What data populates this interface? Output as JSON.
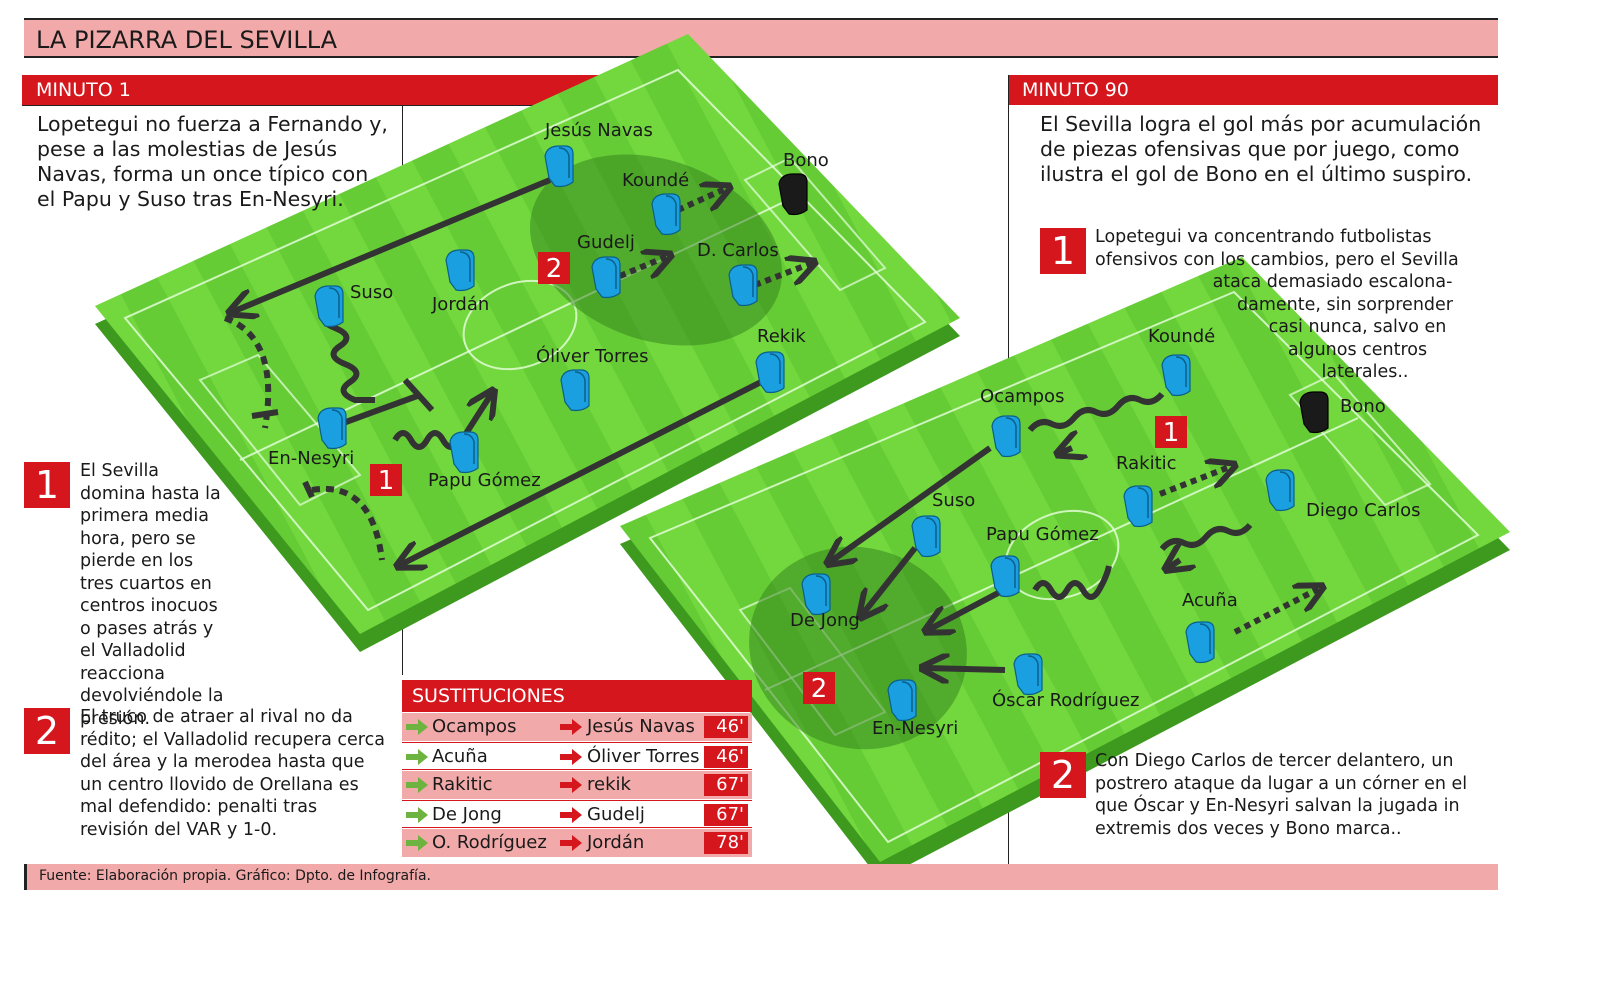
{
  "title": "LA PIZARRA DEL SEVILLA",
  "colors": {
    "red": "#d6161d",
    "pink": "#f1a9a9",
    "pitch": "#6dd23a",
    "pitch_side": "#3e9a1e",
    "player": "#1aa0e0",
    "keeper": "#1a1a1a",
    "arrow": "#333333"
  },
  "minuto1": {
    "label": "MINUTO 1",
    "intro": "Lopetegui no fuerza a Fernando y, pese a las molestias de Jesús Navas, forma un once típico con el Papu y Suso tras En-Nesyri.",
    "note1_num": "1",
    "note1": "El Sevilla domina hasta la primera media hora, pero se pierde en los tres cuartos en centros inocuos o pases atrás y el Valladolid reacciona devolviéndole la presión.",
    "note2_num": "2",
    "note2": "El truco de atraer al rival no da rédito; el Valladolid recupera cerca del área y la merodea hasta que un centro llovido de Orellana es mal defendido: penalti tras revisión del VAR y 1-0.",
    "players": [
      {
        "name": "Jesús Navas",
        "icon": "player-icon"
      },
      {
        "name": "Bono",
        "icon": "goalkeeper-icon"
      },
      {
        "name": "Koundé",
        "icon": "player-icon"
      },
      {
        "name": "Gudelj",
        "icon": "player-icon"
      },
      {
        "name": "D. Carlos",
        "icon": "player-icon"
      },
      {
        "name": "Suso",
        "icon": "player-icon"
      },
      {
        "name": "Jordán",
        "icon": "player-icon"
      },
      {
        "name": "Óliver Torres",
        "icon": "player-icon"
      },
      {
        "name": "Rekik",
        "icon": "player-icon"
      },
      {
        "name": "En-Nesyri",
        "icon": "player-icon"
      },
      {
        "name": "Papu Gómez",
        "icon": "player-icon"
      }
    ],
    "markers": [
      "1",
      "2"
    ]
  },
  "minuto90": {
    "label": "MINUTO 90",
    "intro": "El Sevilla logra el gol más por acumulación de piezas ofensivas que por juego, como ilustra el gol de Bono en el último suspiro.",
    "note1_num": "1",
    "note1_lines": [
      "Lopetegui va concentrando futbolistas",
      "ofensivos con los cambios, pero el Sevilla",
      "ataca demasiado escalona-",
      "damente, sin sorprender",
      "casi nunca, salvo en",
      "algunos centros",
      "laterales.."
    ],
    "note2_num": "2",
    "note2": "Con Diego Carlos de tercer delantero, un postrero ataque da lugar a un córner en el que Óscar y En-Nesyri salvan la jugada in extremis dos veces y Bono marca..",
    "players": [
      {
        "name": "Koundé",
        "icon": "player-icon"
      },
      {
        "name": "Bono",
        "icon": "goalkeeper-icon"
      },
      {
        "name": "Ocampos",
        "icon": "player-icon"
      },
      {
        "name": "Rakitic",
        "icon": "player-icon"
      },
      {
        "name": "Diego Carlos",
        "icon": "player-icon"
      },
      {
        "name": "Suso",
        "icon": "player-icon"
      },
      {
        "name": "Papu Gómez",
        "icon": "player-icon"
      },
      {
        "name": "De Jong",
        "icon": "player-icon"
      },
      {
        "name": "Acuña",
        "icon": "player-icon"
      },
      {
        "name": "Óscar Rodríguez",
        "icon": "player-icon"
      },
      {
        "name": "En-Nesyri",
        "icon": "player-icon"
      }
    ],
    "markers": [
      "1",
      "2"
    ]
  },
  "sustituciones": {
    "label": "SUSTITUCIONES",
    "rows": [
      {
        "in": "Ocampos",
        "out": "Jesús Navas",
        "min": "46'"
      },
      {
        "in": "Acuña",
        "out": "Óliver Torres",
        "min": "46'"
      },
      {
        "in": "Rakitic",
        "out": "rekik",
        "min": "67'"
      },
      {
        "in": "De Jong",
        "out": "Gudelj",
        "min": "67'"
      },
      {
        "in": "O. Rodríguez",
        "out": "Jordán",
        "min": "78'"
      }
    ],
    "in_icon": "green-arrow-icon",
    "out_icon": "red-arrow-icon"
  },
  "footer": "Fuente: Elaboración propia. Gráfico: Dpto. de Infografía."
}
